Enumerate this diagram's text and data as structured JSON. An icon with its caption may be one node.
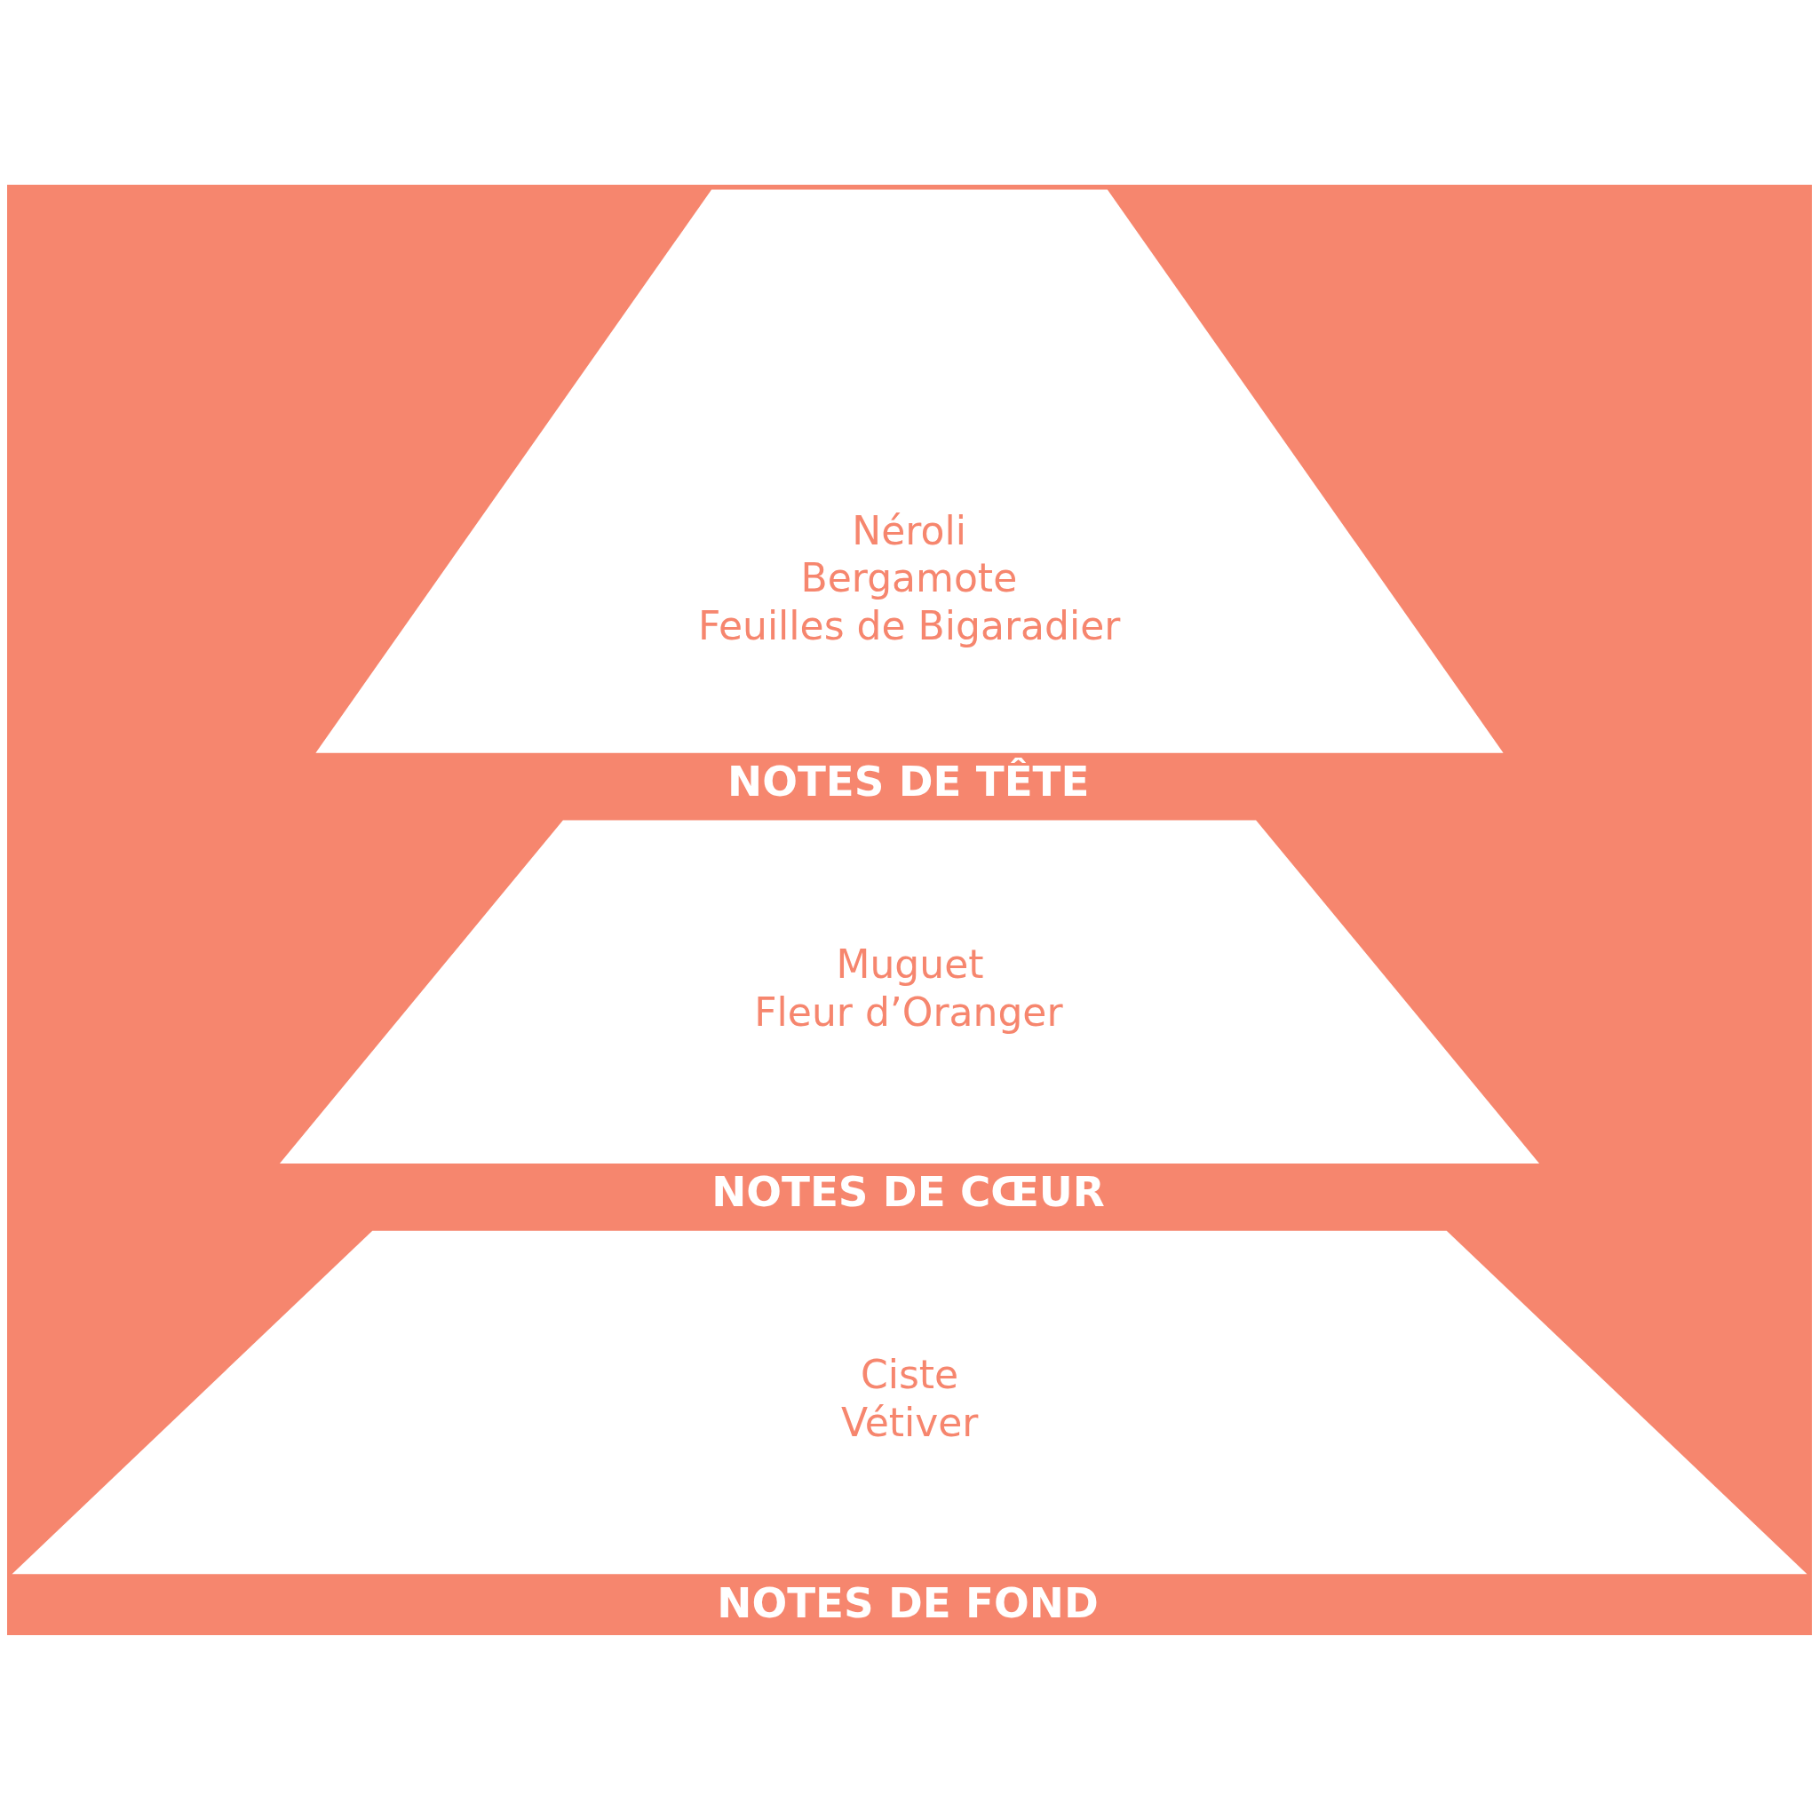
{
  "diagram": {
    "nodes": [
      {
        "text": [
          "Néroli",
          "Bergamote",
          "Feuilles de Bigaradier",
          "NOTES DE TÊTE"
        ]
      },
      {
        "text": [
          "Muguet",
          "Fleur d’Oranger",
          "NOTES DE CŒUR"
        ]
      },
      {
        "text": [
          "Ciste",
          "Vétiver",
          "NOTES DE FOND"
        ]
      }
    ],
    "edges": []
  }
}
